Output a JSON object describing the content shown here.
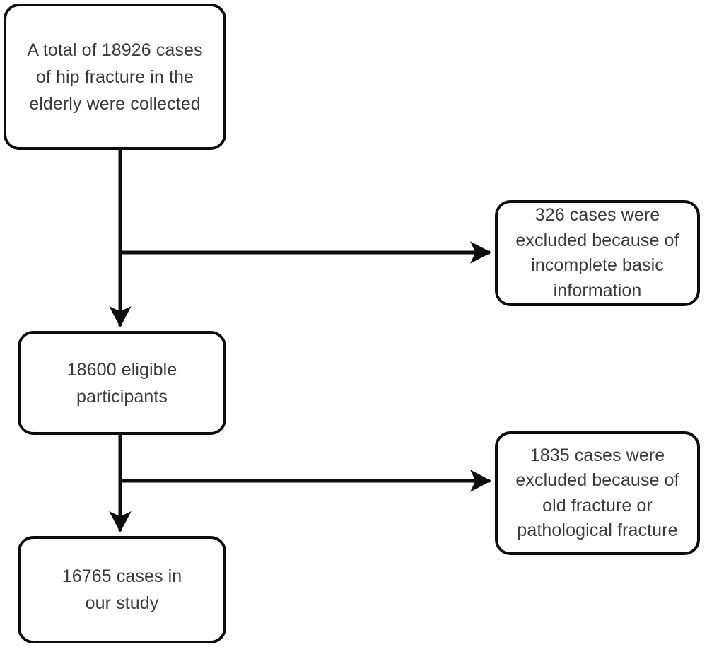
{
  "diagram": {
    "type": "study-flow-chart",
    "stroke_color": "#0d0d0d",
    "text_color": "#3b3b3b",
    "background_color": "#ffffff",
    "nodes": {
      "total_collected": {
        "text": "A total of 18926 cases\nof hip fracture in the\nelderly were collected",
        "count": 18926
      },
      "eligible": {
        "text": "18600 eligible\nparticipants",
        "count": 18600
      },
      "final": {
        "text": "16765 cases in\nour study",
        "count": 16765
      },
      "excluded_incomplete": {
        "text": "326 cases were\nexcluded because of\nincomplete basic\ninformation",
        "count": 326
      },
      "excluded_old_fracture": {
        "text": "1835 cases were\nexcluded because of\nold fracture or\npathological fracture",
        "count": 1835
      }
    },
    "edges": [
      {
        "from": "total_collected",
        "to": "excluded_incomplete",
        "direction": "right"
      },
      {
        "from": "total_collected",
        "to": "eligible",
        "direction": "down"
      },
      {
        "from": "eligible",
        "to": "excluded_old_fracture",
        "direction": "right"
      },
      {
        "from": "eligible",
        "to": "final",
        "direction": "down"
      }
    ]
  }
}
